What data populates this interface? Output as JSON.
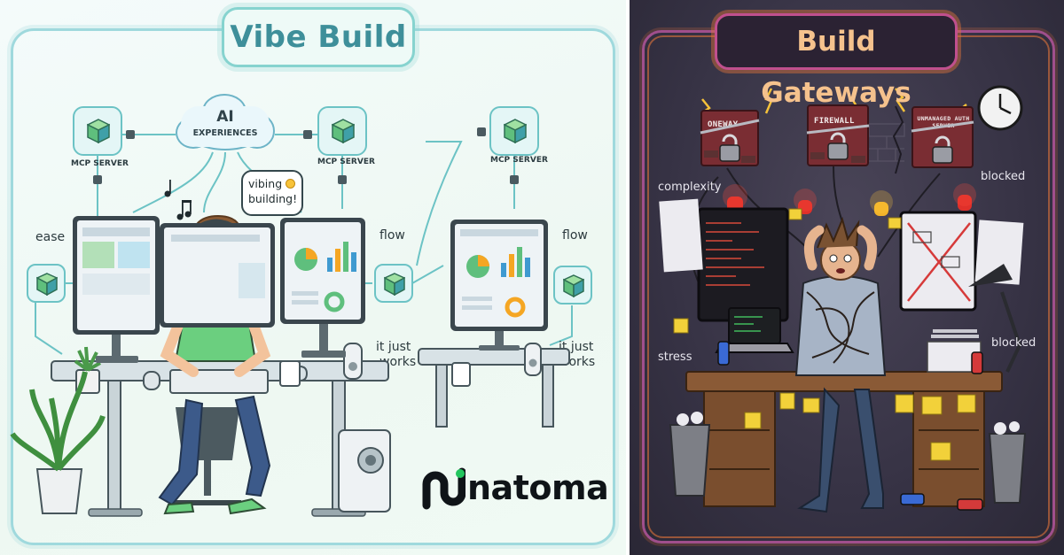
{
  "left_panel": {
    "title": "Vibe Build",
    "cloud": {
      "line1": "AI",
      "line2": "EXPERIENCES"
    },
    "mcp_servers": [
      "MCP SERVER",
      "MCP SERVER",
      "MCP SERVER"
    ],
    "speech_bubble": {
      "line1": "vibing",
      "line2": "building!"
    },
    "labels": {
      "ease": "ease",
      "flow_left": "flow",
      "flow_right": "flow",
      "works_left_1": "it just",
      "works_left_2": "works",
      "works_right_1": "it just",
      "works_right_2": "works"
    },
    "brand": "natoma"
  },
  "right_panel": {
    "title": "Build Gateways",
    "gateways": [
      "ONEWAY",
      "FIREWALL",
      "UNMANAGED AUTH SERVER"
    ],
    "labels": {
      "complexity": "complexity",
      "blocked_top": "blocked",
      "blocked_bottom": "blocked",
      "stress": "stress"
    }
  },
  "colors": {
    "left_accent": "#86d3cf",
    "left_title": "#3e8f9a",
    "right_accent": "#c0508e",
    "right_title": "#f5c28d",
    "brand_green": "#22c55e"
  },
  "icons": [
    "cube-icon",
    "plug-icon",
    "music-note-icon",
    "padlock-icon",
    "chain-icon",
    "clock-icon",
    "warning-light-icon",
    "lightning-icon"
  ]
}
